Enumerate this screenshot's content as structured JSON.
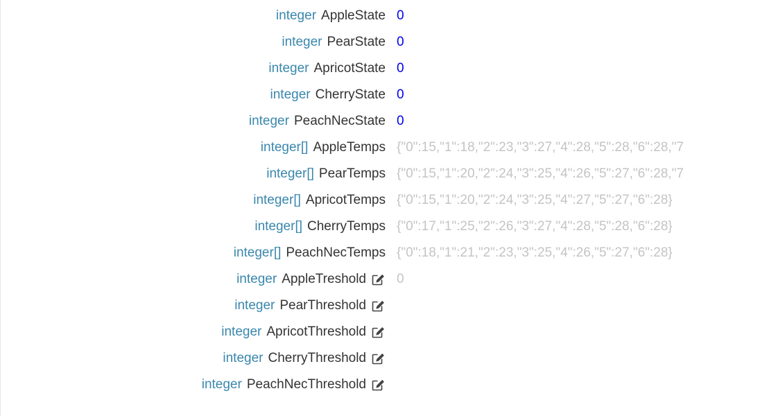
{
  "colors": {
    "type": "#3a87ad",
    "name": "#333333",
    "state_value": "#0000ee",
    "muted_value": "#c4c4c4"
  },
  "items": [
    {
      "type": "integer",
      "name": "AppleState",
      "value": "0",
      "editable": false,
      "style": "num"
    },
    {
      "type": "integer",
      "name": "PearState",
      "value": "0",
      "editable": false,
      "style": "num"
    },
    {
      "type": "integer",
      "name": "ApricotState",
      "value": "0",
      "editable": false,
      "style": "num"
    },
    {
      "type": "integer",
      "name": "CherryState",
      "value": "0",
      "editable": false,
      "style": "num"
    },
    {
      "type": "integer",
      "name": "PeachNecState",
      "value": "0",
      "editable": false,
      "style": "num"
    },
    {
      "type": "integer[]",
      "name": "AppleTemps",
      "value": "{\"0\":15,\"1\":18,\"2\":23,\"3\":27,\"4\":28,\"5\":28,\"6\":28,\"7",
      "editable": false,
      "style": "muted"
    },
    {
      "type": "integer[]",
      "name": "PearTemps",
      "value": "{\"0\":15,\"1\":20,\"2\":24,\"3\":25,\"4\":26,\"5\":27,\"6\":28,\"7",
      "editable": false,
      "style": "muted"
    },
    {
      "type": "integer[]",
      "name": "ApricotTemps",
      "value": "{\"0\":15,\"1\":20,\"2\":24,\"3\":25,\"4\":27,\"5\":27,\"6\":28}",
      "editable": false,
      "style": "muted"
    },
    {
      "type": "integer[]",
      "name": "CherryTemps",
      "value": "{\"0\":17,\"1\":25,\"2\":26,\"3\":27,\"4\":28,\"5\":28,\"6\":28}",
      "editable": false,
      "style": "muted"
    },
    {
      "type": "integer[]",
      "name": "PeachNecTemps",
      "value": "{\"0\":18,\"1\":21,\"2\":23,\"3\":25,\"4\":26,\"5\":27,\"6\":28}",
      "editable": false,
      "style": "muted"
    },
    {
      "type": "integer",
      "name": "AppleTreshold",
      "value": "0",
      "editable": true,
      "style": "muted"
    },
    {
      "type": "integer",
      "name": "PearThreshold",
      "value": "",
      "editable": true,
      "style": "muted"
    },
    {
      "type": "integer",
      "name": "ApricotThreshold",
      "value": "",
      "editable": true,
      "style": "muted"
    },
    {
      "type": "integer",
      "name": "CherryThreshold",
      "value": "",
      "editable": true,
      "style": "muted"
    },
    {
      "type": "integer",
      "name": "PeachNecThreshold",
      "value": "",
      "editable": true,
      "style": "muted"
    }
  ],
  "icons": {
    "edit": "edit-icon"
  }
}
